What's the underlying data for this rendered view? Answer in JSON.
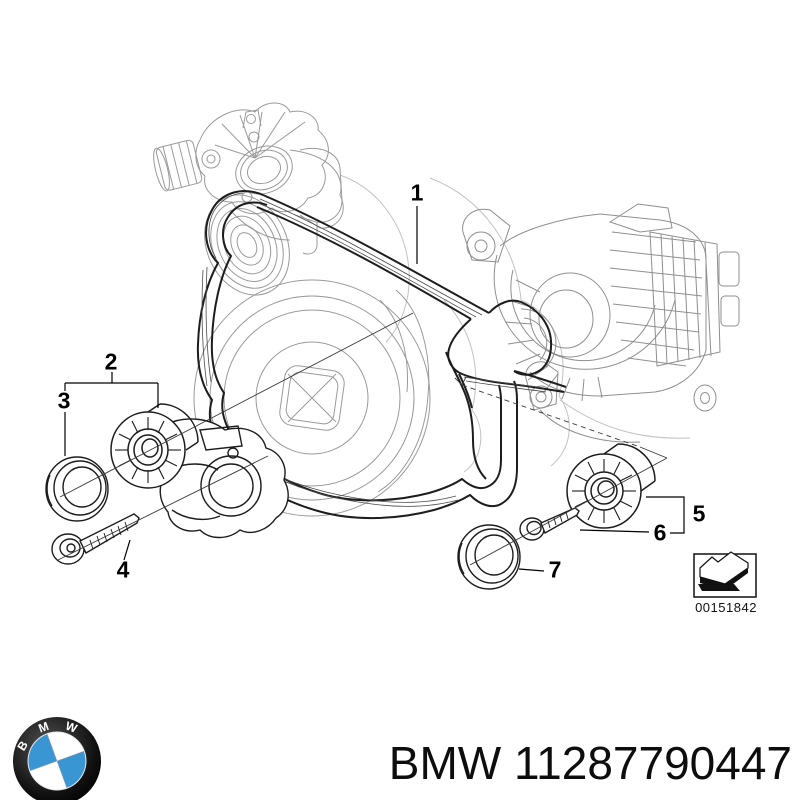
{
  "diagram": {
    "callouts": [
      {
        "label": "1"
      },
      {
        "label": "2"
      },
      {
        "label": "3"
      },
      {
        "label": "4"
      },
      {
        "label": "5"
      },
      {
        "label": "6"
      },
      {
        "label": "7"
      }
    ],
    "stamp": {
      "code": "00151842"
    }
  },
  "footer": {
    "text": "BMW 11287790447"
  },
  "logo": {
    "letters": [
      "B",
      "M",
      "W"
    ]
  },
  "colors": {
    "bmw_blue": "#3a96d2",
    "line_dark": "#1d1d1d",
    "line_light": "#9a9a9a",
    "line_faint": "#b9b9b9",
    "black": "#000000"
  }
}
